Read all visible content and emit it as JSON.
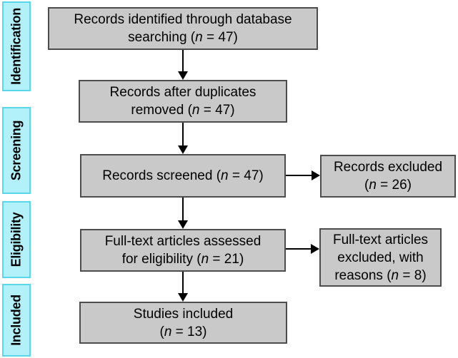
{
  "diagram": {
    "kind": "prisma-flow-diagram",
    "stages": [
      {
        "id": "identification",
        "label": "Identification"
      },
      {
        "id": "screening",
        "label": "Screening"
      },
      {
        "id": "eligibility",
        "label": "Eligibility"
      },
      {
        "id": "included",
        "label": "Included"
      }
    ],
    "boxes": {
      "identified": {
        "line1": "Records identified through database",
        "line2_pre": "searching (",
        "n": "n",
        "line2_post": " = 47)",
        "count": 47
      },
      "duplicates": {
        "line1": "Records after duplicates",
        "line2_pre": "removed (",
        "n": "n",
        "line2_post": " = 47)",
        "count": 47
      },
      "screened": {
        "line1_pre": "Records screened (",
        "n": "n",
        "line1_post": " = 47)",
        "count": 47
      },
      "records_excluded": {
        "line1": "Records excluded",
        "line2_pre": "(",
        "n": "n",
        "line2_post": " = 26)",
        "count": 26
      },
      "fulltext_assessed": {
        "line1": "Full-text articles assessed",
        "line2_pre": "for eligibility (",
        "n": "n",
        "line2_post": " = 21)",
        "count": 21
      },
      "fulltext_excluded": {
        "line1": "Full-text articles",
        "line2": "excluded, with",
        "line3_pre": "reasons (",
        "n": "n",
        "line3_post": " = 8)",
        "count": 8
      },
      "studies_included": {
        "line1": "Studies included",
        "line2_pre": "(",
        "n": "n",
        "line2_post": " = 13)",
        "count": 13
      }
    },
    "colors": {
      "background": "#ffffff",
      "box_fill": "#c9c9c9",
      "box_border": "#4d4d4d",
      "stage_fill": "#b2f0fa",
      "stage_border": "#5ad6eb",
      "arrow": "#000000",
      "text": "#000000"
    }
  }
}
